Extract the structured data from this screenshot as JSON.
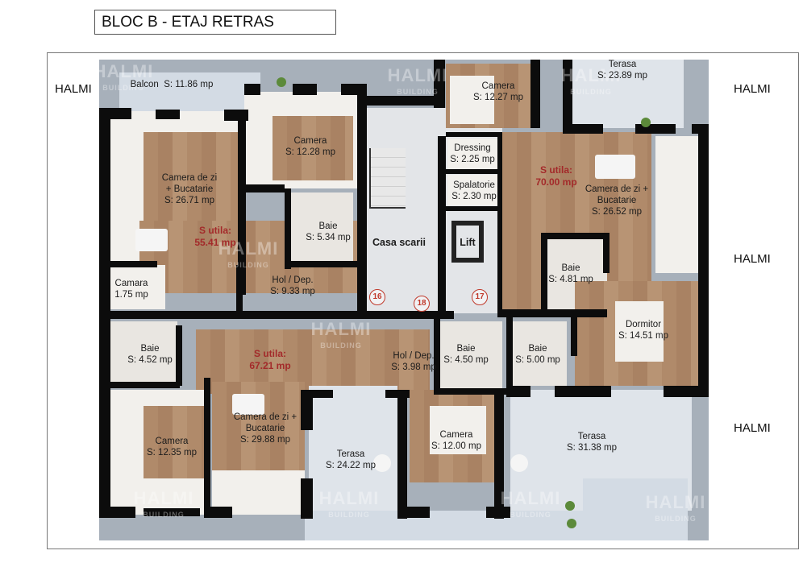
{
  "title": "BLOC B - ETAJ RETRAS",
  "side_labels": {
    "left_top": "HALMI",
    "right_top": "HALMI",
    "right_middle": "HALMI",
    "right_bottom": "HALMI"
  },
  "watermark": {
    "brand": "HALMI",
    "sub": "BUILDING"
  },
  "apartments": [
    {
      "id": "apartment-left-top",
      "useful_area": {
        "label": "S utila:",
        "value": "55.41 mp"
      },
      "rooms": [
        {
          "name": "Balcon",
          "area": "S: 11.86 mp"
        },
        {
          "name": "Camera",
          "area": "S: 12.28 mp"
        },
        {
          "name": "Camera de zi + Bucatarie",
          "name_line1": "Camera de zi",
          "name_line2": "+ Bucatarie",
          "area": "S: 26.71 mp"
        },
        {
          "name": "Baie",
          "area": "S: 5.34 mp"
        },
        {
          "name": "Camara",
          "area": "1.75 mp"
        },
        {
          "name": "Hol / Dep.",
          "area": "S: 9.33 mp"
        }
      ]
    },
    {
      "id": "apartment-right",
      "useful_area": {
        "label": "S utila:",
        "value": "70.00 mp"
      },
      "rooms": [
        {
          "name": "Camera",
          "area": "S: 12.27 mp"
        },
        {
          "name": "Terasa",
          "area": "S: 23.89 mp"
        },
        {
          "name": "Dressing",
          "area": "S: 2.25 mp"
        },
        {
          "name": "Spalatorie",
          "area": "S: 2.30 mp"
        },
        {
          "name": "Camera de zi + Bucatarie",
          "name_line1": "Camera de zi +",
          "name_line2": "Bucatarie",
          "area": "S: 26.52 mp"
        },
        {
          "name": "Baie",
          "area": "S: 4.81 mp"
        },
        {
          "name": "Dormitor",
          "area": "S: 14.51 mp"
        },
        {
          "name": "Baie",
          "area": "S: 5.00 mp"
        },
        {
          "name": "Terasa",
          "area": "S: 31.38 mp"
        }
      ]
    },
    {
      "id": "apartment-left-bottom",
      "useful_area": {
        "label": "S utila:",
        "value": "67.21 mp"
      },
      "rooms": [
        {
          "name": "Baie",
          "area": "S: 4.52 mp"
        },
        {
          "name": "Hol / Dep.",
          "area": "S: 3.98 mp"
        },
        {
          "name": "Baie",
          "area": "S: 4.50 mp"
        },
        {
          "name": "Camera",
          "area": "S: 12.35 mp"
        },
        {
          "name": "Camera de zi + Bucatarie",
          "name_line1": "Camera de zi +",
          "name_line2": "Bucatarie",
          "area": "S: 29.88 mp"
        },
        {
          "name": "Terasa",
          "area": "S: 24.22 mp"
        },
        {
          "name": "Camera",
          "area": "S: 12.00 mp"
        }
      ]
    }
  ],
  "core": {
    "staircase": "Casa scarii",
    "lift": "Lift",
    "unit_markers": [
      "16",
      "18",
      "17"
    ]
  }
}
